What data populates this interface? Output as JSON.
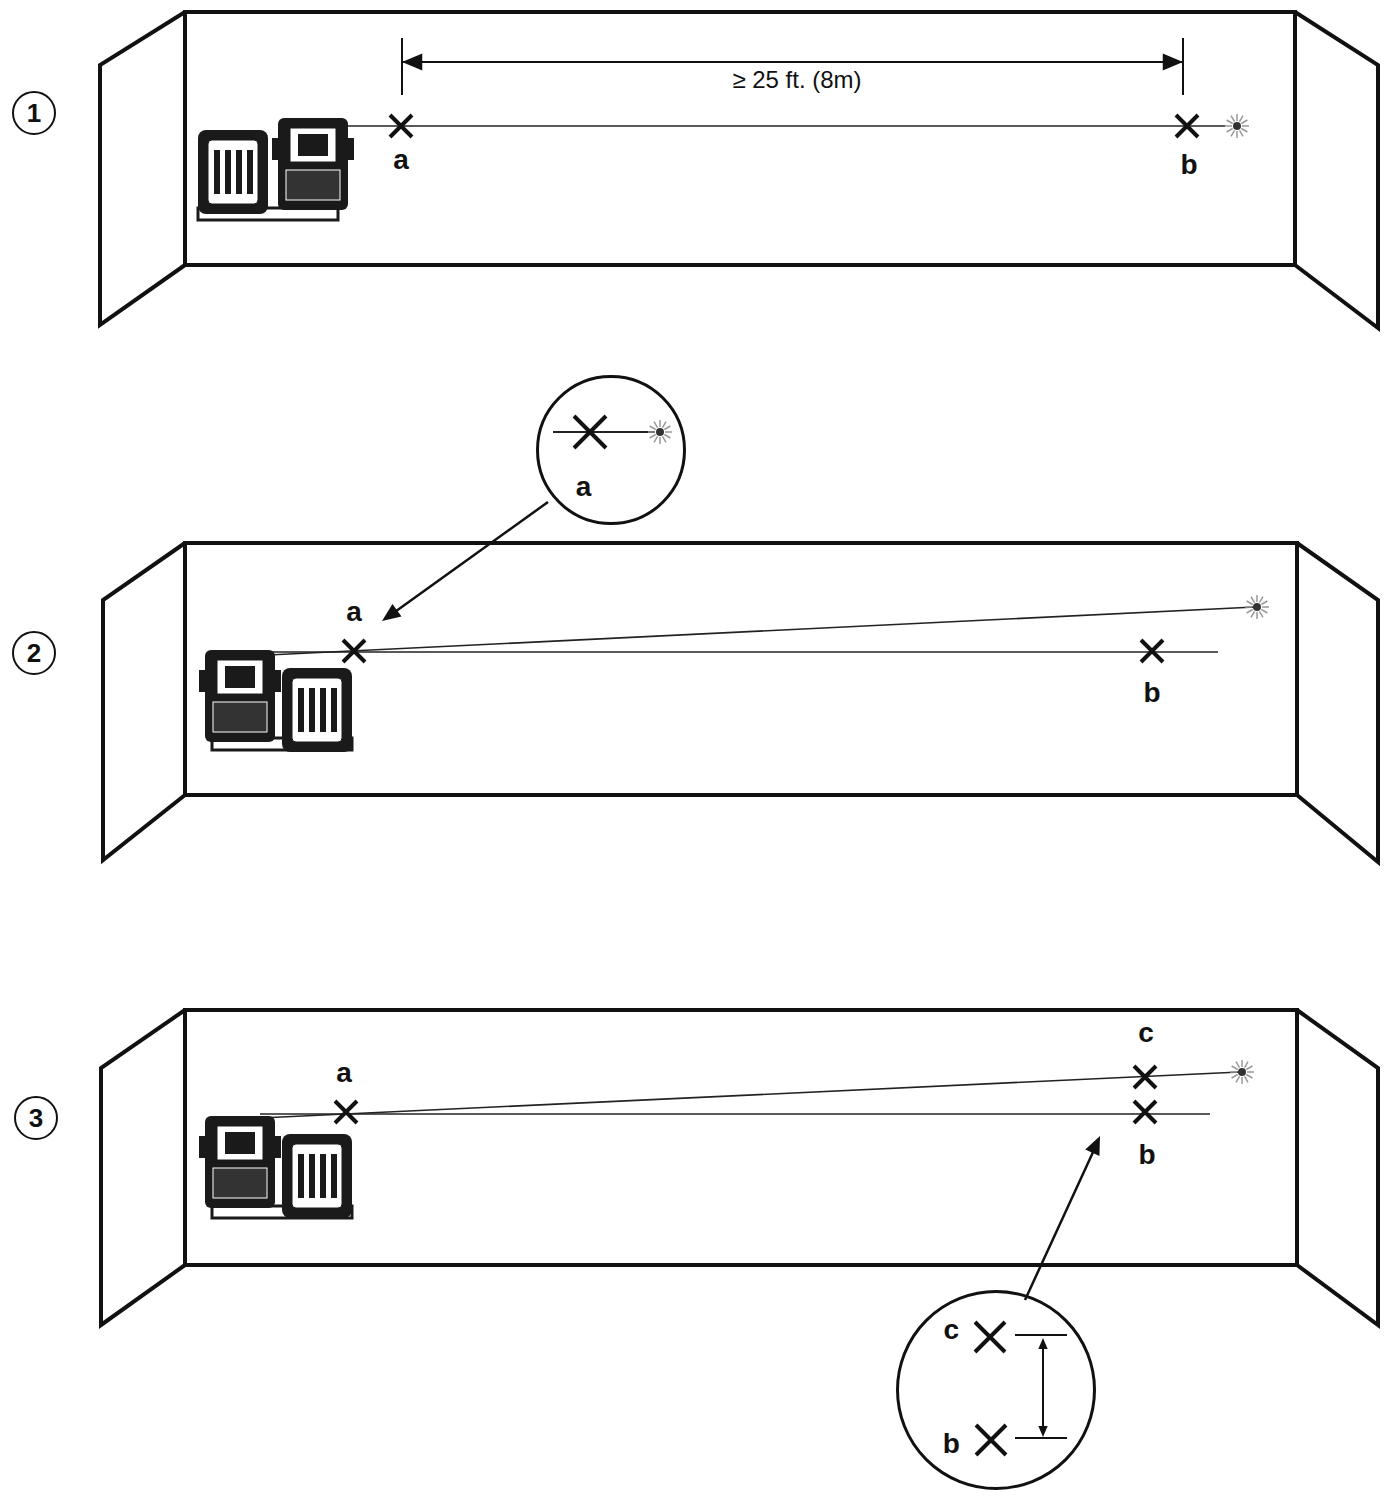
{
  "diagram": {
    "nodes": [
      {
        "text": [
          "1"
        ]
      },
      {
        "text": [
          "2"
        ]
      },
      {
        "text": [
          "3"
        ]
      },
      {
        "text": [
          "a"
        ]
      },
      {
        "text": [
          "c",
          "b"
        ]
      }
    ],
    "labels": [
      "≥ 25 ft. (8m)",
      "a",
      "b",
      "a",
      "b",
      "a",
      "c",
      "b"
    ]
  }
}
